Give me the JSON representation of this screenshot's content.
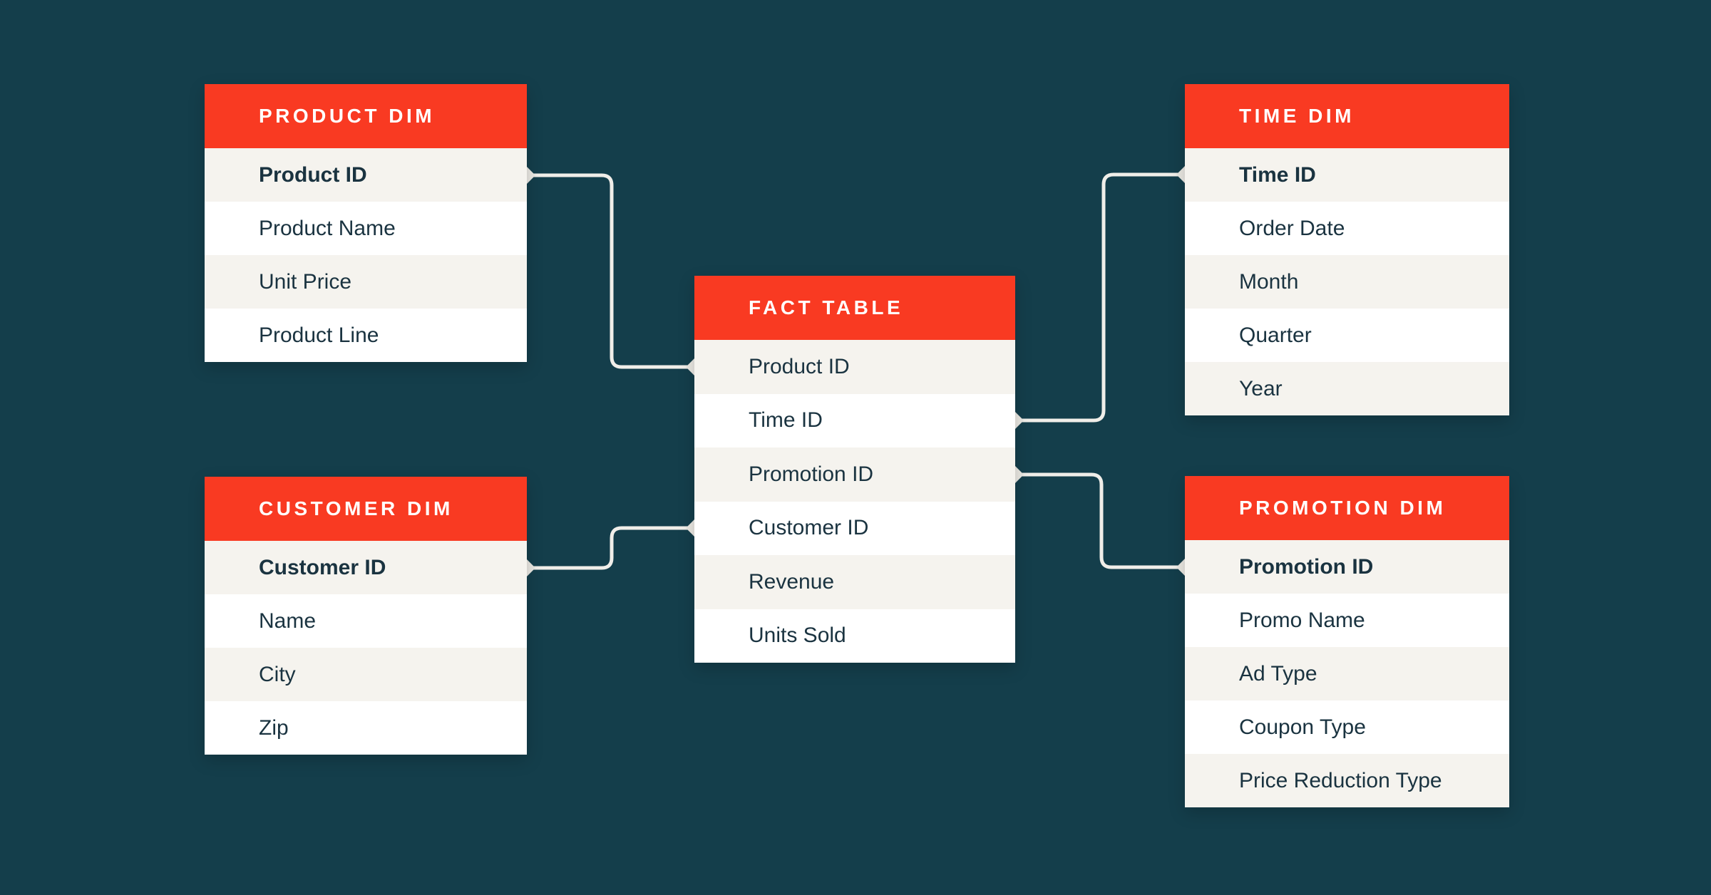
{
  "diagram": {
    "type": "star-schema-entity-relationship",
    "colors": {
      "background": "#143E4B",
      "header_fill": "#F93A22",
      "header_text": "#FFFFFF",
      "row_fill_alt": "#F5F3EE",
      "row_fill": "#FFFFFF",
      "row_text": "#1A3340",
      "connector_line": "#F0EEE9",
      "connector_diamond": "#EAE8E2"
    }
  },
  "tables": {
    "product": {
      "title": "PRODUCT DIM",
      "rows": [
        "Product ID",
        "Product Name",
        "Unit Price",
        "Product Line"
      ],
      "primary_key": "Product ID"
    },
    "time": {
      "title": "TIME DIM",
      "rows": [
        "Time ID",
        "Order Date",
        "Month",
        "Quarter",
        "Year"
      ],
      "primary_key": "Time ID"
    },
    "fact": {
      "title": "FACT TABLE",
      "rows": [
        "Product ID",
        "Time ID",
        "Promotion ID",
        "Customer ID",
        "Revenue",
        "Units Sold"
      ]
    },
    "customer": {
      "title": "CUSTOMER DIM",
      "rows": [
        "Customer ID",
        "Name",
        "City",
        "Zip"
      ],
      "primary_key": "Customer ID"
    },
    "promotion": {
      "title": "PROMOTION DIM",
      "rows": [
        "Promotion ID",
        "Promo Name",
        "Ad Type",
        "Coupon Type",
        "Price Reduction Type"
      ],
      "primary_key": "Promotion ID"
    }
  },
  "relationships": [
    {
      "from": "PRODUCT DIM.Product ID",
      "to": "FACT TABLE.Product ID"
    },
    {
      "from": "TIME DIM.Time ID",
      "to": "FACT TABLE.Time ID"
    },
    {
      "from": "CUSTOMER DIM.Customer ID",
      "to": "FACT TABLE.Customer ID"
    },
    {
      "from": "PROMOTION DIM.Promotion ID",
      "to": "FACT TABLE.Promotion ID"
    }
  ]
}
